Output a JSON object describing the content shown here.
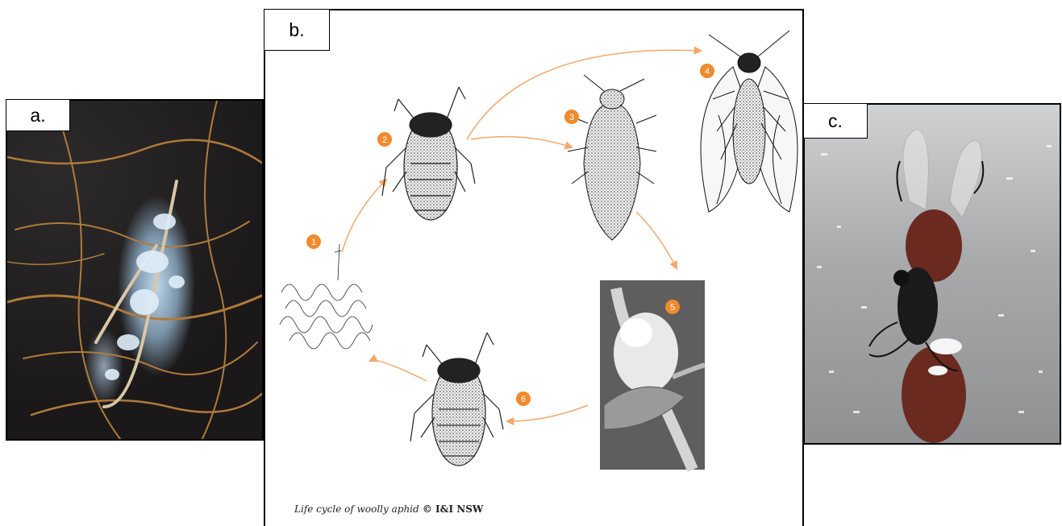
{
  "panels": {
    "a": {
      "label": "a."
    },
    "b": {
      "label": "b.",
      "caption_italic": "Life cycle of woolly aphid",
      "caption_copy": " © I&I NSW"
    },
    "c": {
      "label": "c."
    }
  },
  "stages": [
    "1",
    "2",
    "3",
    "4",
    "5",
    "6"
  ],
  "colors": {
    "accent": "#f08a2c",
    "arrow": "#f4a76a"
  }
}
